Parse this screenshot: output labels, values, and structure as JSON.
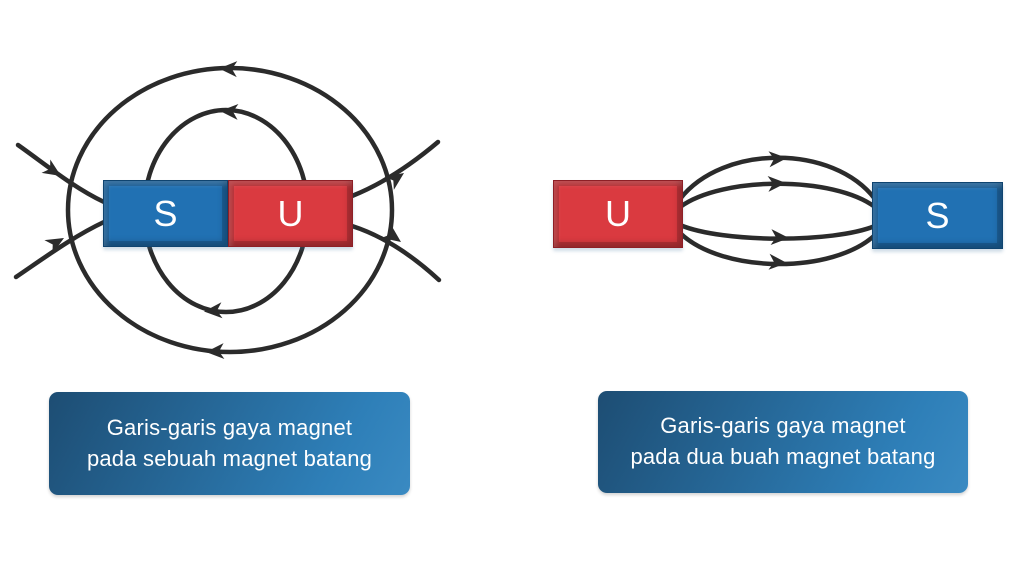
{
  "figure": {
    "type": "magnetic-field-lines-diagram",
    "background": "#ffffff",
    "line_color": "#2b2b2b"
  },
  "colors": {
    "magnet_blue": "#2171b3",
    "magnet_red": "#da3a40",
    "caption_gradient_start": "#1d4d73",
    "caption_gradient_end": "#3a8ac2",
    "label_text": "#ffffff"
  },
  "left_diagram": {
    "magnet_poles": [
      {
        "label": "S",
        "color": "blue"
      },
      {
        "label": "U",
        "color": "red"
      }
    ],
    "caption": {
      "line1": "Garis-garis gaya magnet",
      "line2": "pada sebuah magnet batang"
    }
  },
  "right_diagram": {
    "magnets": [
      {
        "label": "U",
        "color": "red"
      },
      {
        "label": "S",
        "color": "blue"
      }
    ],
    "caption": {
      "line1": "Garis-garis gaya magnet",
      "line2": "pada dua buah magnet batang"
    }
  }
}
